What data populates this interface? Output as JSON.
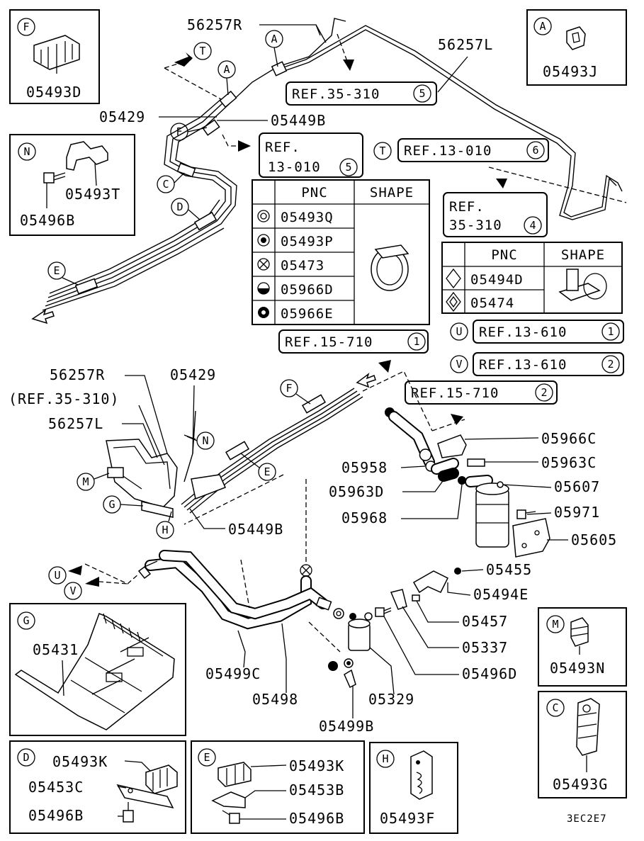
{
  "diagram_code": "3EC2E7",
  "callouts": {
    "A": "A",
    "C": "C",
    "D": "D",
    "E": "E",
    "F": "F",
    "G": "G",
    "H": "H",
    "M": "M",
    "N": "N",
    "T": "T",
    "U": "U",
    "V": "V"
  },
  "ref_circle_numbers": {
    "n1": "1",
    "n2": "2",
    "n4": "4",
    "n5": "5",
    "n6": "6"
  },
  "refs": {
    "ref_35_310_5": "REF.35-310",
    "ref_13_010_5_line1": "REF.",
    "ref_13_010_5_line2": "13-010",
    "ref_13_010_6": "REF.13-010",
    "ref_35_310_4_line1": "REF.",
    "ref_35_310_4_line2": "35-310",
    "ref_15_710_1": "REF.15-710",
    "ref_13_610_1": "REF.13-610",
    "ref_13_610_2": "REF.13-610",
    "ref_15_710_2": "REF.15-710",
    "ref_35_310_paren": "(REF.35-310)"
  },
  "table1": {
    "headers": [
      "PNC",
      "SHAPE"
    ],
    "rows": [
      {
        "symbol": "double-circle",
        "pnc": "05493Q"
      },
      {
        "symbol": "filled-dot-circle",
        "pnc": "05493P"
      },
      {
        "symbol": "cross-circle",
        "pnc": "05473"
      },
      {
        "symbol": "half-filled-circle",
        "pnc": "05966D"
      },
      {
        "symbol": "thick-ring-circle",
        "pnc": "05966E"
      }
    ]
  },
  "table2": {
    "headers": [
      "PNC",
      "SHAPE"
    ],
    "rows": [
      {
        "symbol": "diamond",
        "pnc": "05494D"
      },
      {
        "symbol": "double-diamond",
        "pnc": "05474"
      }
    ]
  },
  "part_numbers": {
    "p56257R_top": "56257R",
    "p56257L_top": "56257L",
    "p05429_top": "05429",
    "p05449B_top": "05449B",
    "p56257R_mid": "56257R",
    "p05429_mid": "05429",
    "p56257L_mid": "56257L",
    "p05449B_mid": "05449B",
    "p05966C": "05966C",
    "p05958": "05958",
    "p05963C": "05963C",
    "p05963D": "05963D",
    "p05607": "05607",
    "p05968": "05968",
    "p05971": "05971",
    "p05605": "05605",
    "p05455": "05455",
    "p05494E": "05494E",
    "p05457": "05457",
    "p05337": "05337",
    "p05496D": "05496D",
    "p05499C": "05499C",
    "p05498": "05498",
    "p05329": "05329",
    "p05499B": "05499B"
  },
  "detail_boxes": {
    "F": "05493D",
    "A": "05493J",
    "N": {
      "clip": "05493T",
      "bolt": "05496B"
    },
    "G": "05431",
    "D": {
      "clip": "05493K",
      "bracket": "05453C",
      "bolt": "05496B"
    },
    "E": {
      "clip": "05493K",
      "bracket": "05453B",
      "bolt": "05496B"
    },
    "H": "05493F",
    "M": "05493N",
    "C": "05493G"
  }
}
